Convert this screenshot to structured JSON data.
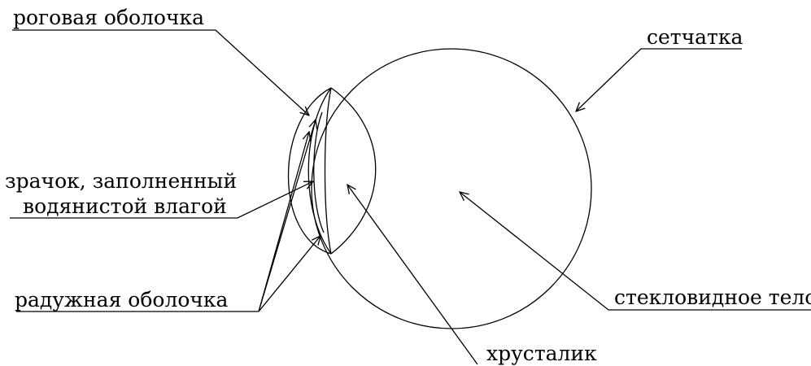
{
  "labels": {
    "cornea": "роговая оболочка",
    "retina": "сетчатка",
    "pupil_line1": "зрачок, заполненный",
    "pupil_line2": "водянистой влагой",
    "iris": "радужная оболочка",
    "vitreous": "стекловидное тело",
    "lens": "хрусталик"
  },
  "colors": {
    "ink": "#000000",
    "background": "#ffffff"
  }
}
